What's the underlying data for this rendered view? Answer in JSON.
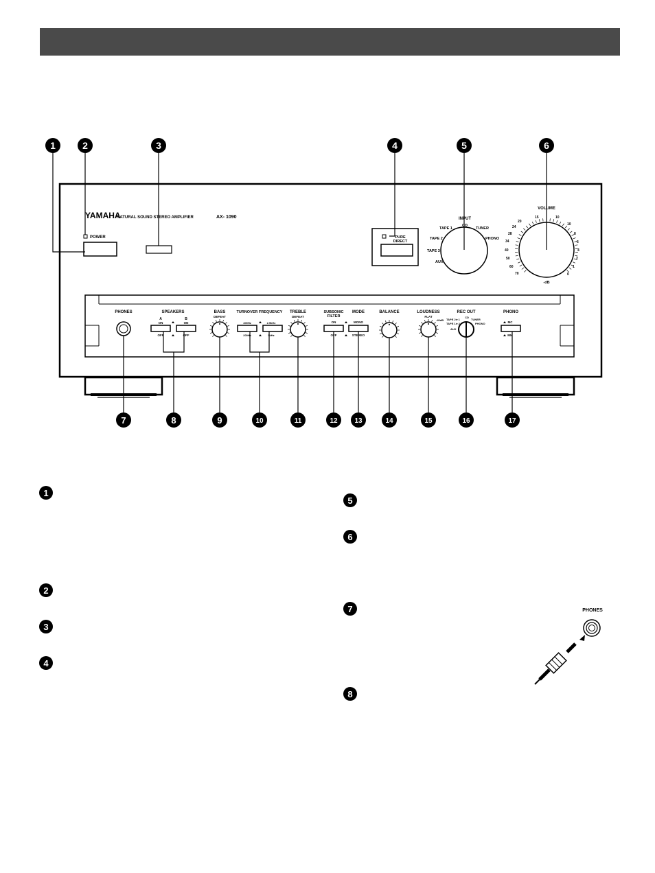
{
  "brand": "YAMAHA",
  "model_line": "NATURAL SOUND  STEREO AMPLIFIER",
  "model": "AX- 1090",
  "panel": {
    "power": "POWER",
    "pure_direct_1": "PURE",
    "pure_direct_2": "DIRECT",
    "input": "INPUT",
    "input_positions": [
      "CD",
      "TAPE 1",
      "TUNER",
      "TAPE 2",
      "PHONO",
      "TAPE 3",
      "AUX"
    ],
    "volume": "VOLUME",
    "volume_db": "-dB",
    "volume_scale_left": [
      "20",
      "24",
      "28",
      "34",
      "40",
      "50",
      "60",
      "70"
    ],
    "volume_scale_top": [
      "15",
      "10"
    ],
    "volume_scale_right": [
      "10",
      "8",
      "6",
      "4",
      "2",
      "1",
      "0"
    ],
    "phones": "PHONES",
    "speakers": "SPEAKERS",
    "speakers_a": "A",
    "speakers_b": "B",
    "on": "ON",
    "off": "OFF",
    "bass": "BASS",
    "defeat": "DEFEAT",
    "turnover": "TURNOVER FREQUENCY",
    "turnover_1": "400Hz",
    "turnover_2": "200Hz",
    "turnover_3": "2.5kHz",
    "turnover_4": "5kHz",
    "treble": "TREBLE",
    "subsonic_1": "SUBSONIC",
    "subsonic_2": "FILTER",
    "mode": "MODE",
    "mono": "MONO",
    "stereo": "STEREO",
    "balance": "BALANCE",
    "loudness": "LOUDNESS",
    "flat": "FLAT",
    "loudness_db": "-40dB",
    "rec_out": "REC OUT",
    "rec_out_positions": [
      "CD",
      "TUNER",
      "PHONO",
      "TAPE 2►1",
      "TAPE 1►2",
      "AUX"
    ],
    "phono": "PHONO",
    "mc": "MC",
    "mm": "MM"
  },
  "callouts_top": [
    "1",
    "2",
    "3",
    "4",
    "5",
    "6"
  ],
  "callouts_bottom": [
    "7",
    "8",
    "9",
    "10",
    "11",
    "12",
    "13",
    "14",
    "15",
    "16",
    "17"
  ],
  "list_left": [
    "1",
    "2",
    "3",
    "4"
  ],
  "list_right": [
    "5",
    "6",
    "7",
    "8"
  ],
  "phones_illustration_label": "PHONES"
}
